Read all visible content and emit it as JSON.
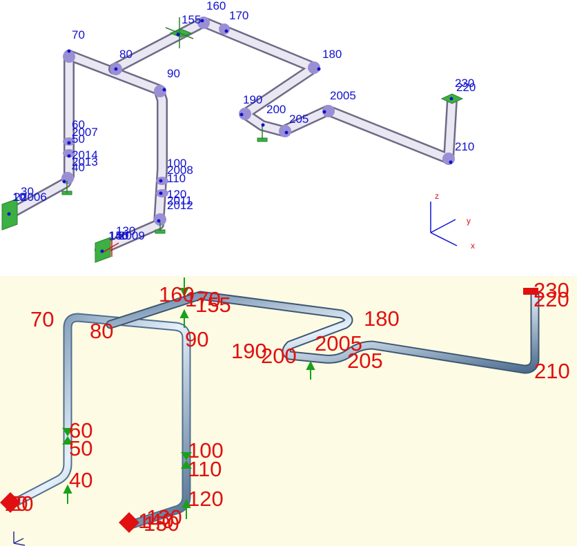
{
  "top_view": {
    "labels": [
      "70",
      "80",
      "155",
      "160",
      "170",
      "180",
      "90",
      "190",
      "200",
      "205",
      "2005",
      "230",
      "220",
      "210",
      "60",
      "2007",
      "50",
      "2014",
      "2013",
      "40",
      "100",
      "2008",
      "110",
      "120",
      "2011",
      "2012",
      "30",
      "2006",
      "20",
      "10",
      "130",
      "150",
      "140",
      "2009"
    ],
    "axes": {
      "z": "z",
      "y": "y",
      "x": "x"
    },
    "colors": {
      "label": "#1010d0",
      "pipe": "#c9c6d8",
      "elbow": "#9a8fd4",
      "support": "#3cb043"
    }
  },
  "bottom_view": {
    "labels": [
      "70",
      "80",
      "160",
      "170",
      "155",
      "90",
      "180",
      "190",
      "200",
      "2005",
      "205",
      "210",
      "230",
      "220",
      "60",
      "50",
      "100",
      "110",
      "40",
      "120",
      "10",
      "20",
      "130",
      "140",
      "150"
    ],
    "colors": {
      "label": "#e01010",
      "pipe": "#a9c3dd",
      "background": "#fdfbe3",
      "support": "#1aa01a",
      "anchor": "#e01010"
    }
  }
}
